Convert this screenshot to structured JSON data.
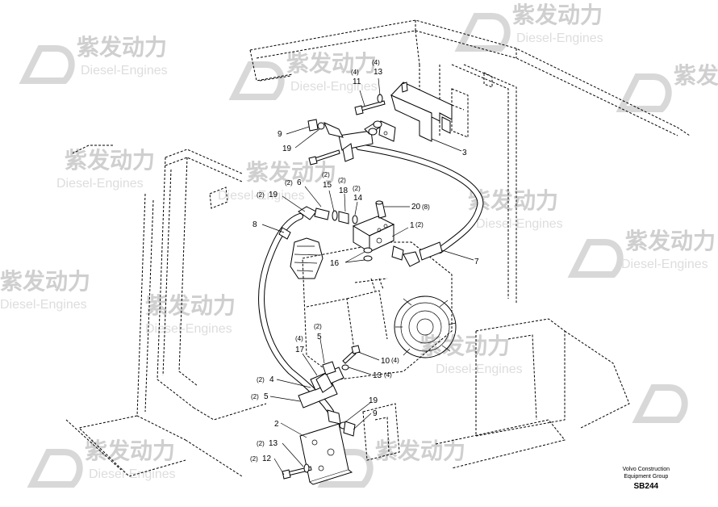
{
  "watermark": {
    "brand_cn": "紫发动力",
    "brand_en": "Diesel-Engines"
  },
  "callouts": [
    {
      "id": "c11",
      "part": "11",
      "qty": "(4)"
    },
    {
      "id": "c13a",
      "part": "13",
      "qty": "(4)"
    },
    {
      "id": "c9a",
      "part": "9",
      "qty": ""
    },
    {
      "id": "c19a",
      "part": "19",
      "qty": ""
    },
    {
      "id": "c3",
      "part": "3",
      "qty": ""
    },
    {
      "id": "c6",
      "part": "6",
      "qty": "(2)"
    },
    {
      "id": "c19b",
      "part": "19",
      "qty": "(2)"
    },
    {
      "id": "c15",
      "part": "15",
      "qty": "(2)"
    },
    {
      "id": "c18",
      "part": "18",
      "qty": "(2)"
    },
    {
      "id": "c14",
      "part": "14",
      "qty": "(2)"
    },
    {
      "id": "c20",
      "part": "20",
      "qty": "(8)"
    },
    {
      "id": "c8",
      "part": "8",
      "qty": ""
    },
    {
      "id": "c1",
      "part": "1",
      "qty": "(2)"
    },
    {
      "id": "c16",
      "part": "16",
      "qty": ""
    },
    {
      "id": "c7",
      "part": "7",
      "qty": ""
    },
    {
      "id": "c5a",
      "part": "5",
      "qty": "(2)"
    },
    {
      "id": "c17",
      "part": "17",
      "qty": "(4)"
    },
    {
      "id": "c10",
      "part": "10",
      "qty": "(4)"
    },
    {
      "id": "c13b",
      "part": "13",
      "qty": "(4)"
    },
    {
      "id": "c4",
      "part": "4",
      "qty": "(2)"
    },
    {
      "id": "c5b",
      "part": "5",
      "qty": "(2)"
    },
    {
      "id": "c19c",
      "part": "19",
      "qty": ""
    },
    {
      "id": "c9b",
      "part": "9",
      "qty": ""
    },
    {
      "id": "c2",
      "part": "2",
      "qty": ""
    },
    {
      "id": "c13c",
      "part": "13",
      "qty": "(2)"
    },
    {
      "id": "c12",
      "part": "12",
      "qty": "(2)"
    }
  ],
  "footer": {
    "brand_line1": "Volvo Construction",
    "brand_line2": "Equipment Group",
    "drawing_code": "SB244"
  }
}
